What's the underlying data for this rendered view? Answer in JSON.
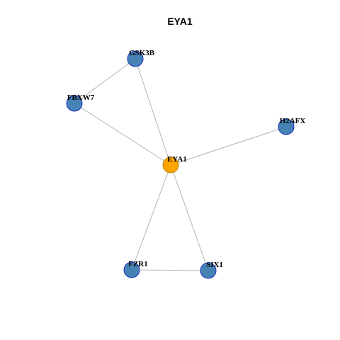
{
  "title": "EYA1",
  "colors": {
    "center_node": "#FFA500",
    "center_node_border": "#B8860B",
    "node_fill": "#4682B4",
    "node_border": "#1C2DBF",
    "edge": "#B4B4B4"
  },
  "nodes": [
    {
      "id": "EYA1",
      "label": "EYA1",
      "role": "center"
    },
    {
      "id": "GSK3B",
      "label": "GSK3B",
      "role": "neighbor"
    },
    {
      "id": "FBXW7",
      "label": "FBXW7",
      "role": "neighbor"
    },
    {
      "id": "H2AFX",
      "label": "H2AFX",
      "role": "neighbor"
    },
    {
      "id": "FZR1",
      "label": "FZR1",
      "role": "neighbor"
    },
    {
      "id": "SIX1",
      "label": "SIX1",
      "role": "neighbor"
    }
  ],
  "edges": [
    {
      "source": "GSK3B",
      "target": "FBXW7"
    },
    {
      "source": "GSK3B",
      "target": "EYA1"
    },
    {
      "source": "FBXW7",
      "target": "EYA1"
    },
    {
      "source": "H2AFX",
      "target": "EYA1"
    },
    {
      "source": "EYA1",
      "target": "FZR1"
    },
    {
      "source": "EYA1",
      "target": "SIX1"
    },
    {
      "source": "FZR1",
      "target": "SIX1"
    }
  ]
}
